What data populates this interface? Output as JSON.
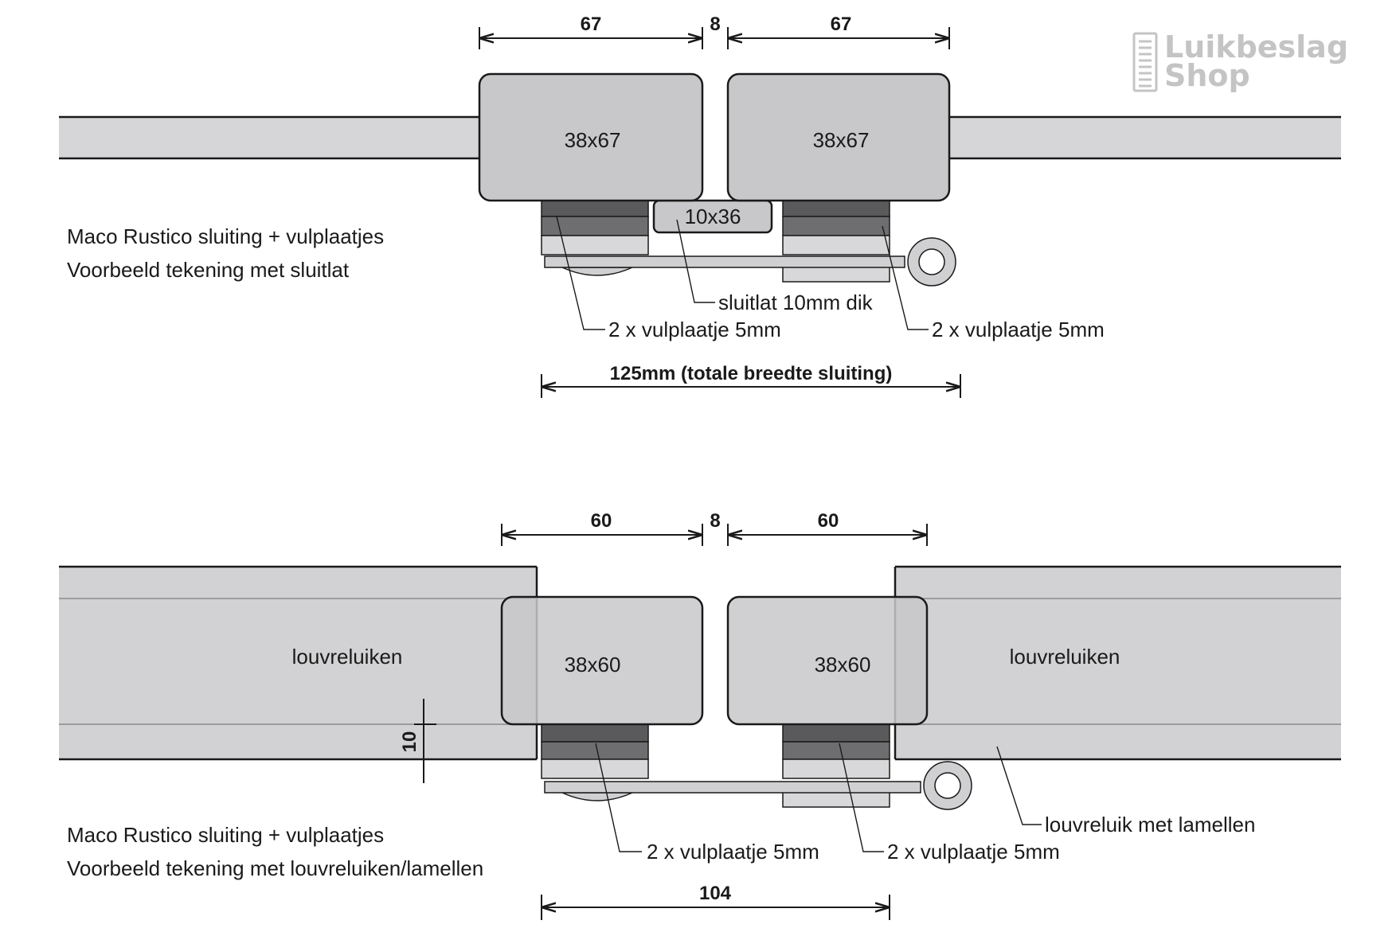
{
  "logo": {
    "line1": "Luikbeslag",
    "line2": "Shop"
  },
  "top": {
    "dims": {
      "left": "67",
      "gap": "8",
      "right": "67"
    },
    "post_left": "38x67",
    "post_right": "38x67",
    "sluitlat": "10x36",
    "callout_sluitlat": "sluitlat 10mm dik",
    "callout_vul_left": "2 x vulplaatje 5mm",
    "callout_vul_right": "2 x vulplaatje 5mm",
    "total_width": "125mm  (totale  breedte  sluiting)",
    "caption_line1": "Maco Rustico sluiting + vulplaatjes",
    "caption_line2": "Voorbeeld tekening met sluitlat"
  },
  "bottom": {
    "dims": {
      "left": "60",
      "gap": "8",
      "right": "60"
    },
    "post_left": "38x60",
    "post_right": "38x60",
    "louvre_left": "louvreluiken",
    "louvre_right": "louvreluiken",
    "dim_10": "10",
    "callout_vul_left": "2 x vulplaatje 5mm",
    "callout_vul_right": "2 x vulplaatje 5mm",
    "callout_louvre": "louvreluik met lamellen",
    "total_width": "104",
    "caption_line1": "Maco Rustico sluiting + vulplaatjes",
    "caption_line2": "Voorbeeld tekening met louvreluiken/lamellen"
  },
  "colors": {
    "panel": "#c8c8ca",
    "rail": "#d6d6d8",
    "dark_plate": "#5a5a5c",
    "mid_plate": "#7a7a7c",
    "light_plate": "#d8d8da",
    "line": "#1a1a1a",
    "logo": "#c4c4c4"
  }
}
